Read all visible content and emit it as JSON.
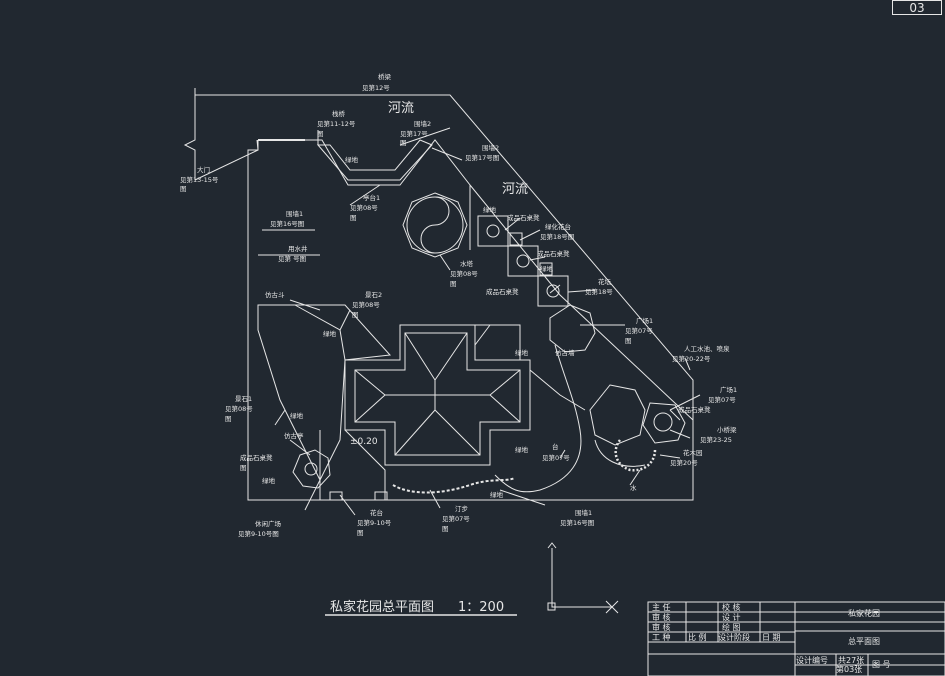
{
  "sheet_number": "03",
  "title": "私家花园总平面图",
  "scale": "1：200",
  "elevation": "±0.20",
  "rivers": [
    "河流",
    "河流"
  ],
  "labels": {
    "qiaoliang": "桥梁",
    "qiaoliang_ref": "见第12号",
    "zhanqiao": "栈桥",
    "zhanqiao_ref": "见第11-12号",
    "tu": "图",
    "weiqiang2_a": "围墙2",
    "weiqiang2_a_ref": "见第17号",
    "weiqiang2_b": "围墙2",
    "weiqiang2_b_ref": "见第17号图",
    "damen": "大门",
    "damen_ref": "见第13-15号",
    "lvdi": "绿地",
    "tingtai1": "亭台1",
    "tingtai1_ref": "见第08号",
    "weiqiang1_a": "围墙1",
    "weiqiang1_a_ref": "见第16号图",
    "yongshuijing": "用水井",
    "yongshuijing_ref": "见第  号图",
    "shuita": "水塔",
    "shuita_ref": "见第08号",
    "fangfu": "仿古斗",
    "jingshi2": "景石2",
    "jingshi2_ref": "见第08号",
    "chenglizhuo1": "成品石桌凳",
    "zhongzuo": "绿化花台",
    "zhongzuo_ref": "见第18号图",
    "chenglizhuo2": "成品石桌凳",
    "chenglizhuo3": "成品石桌凳",
    "huaxing": "花坛",
    "huaxing_ref": "见第18号",
    "guangchang1_a": "广场1",
    "guangchang1_a_ref": "见第07号",
    "rengongshui": "人工水池、喷泉",
    "rengongshui_ref": "见第20-22号",
    "guangchang1_b": "广场1",
    "guangchang1_b_ref": "见第07号",
    "chenglizhuo4": "成品石桌凳",
    "xiaoqiao": "小桥梁",
    "xiaoqiao_ref": "见第23-25",
    "lvlan": "花木园",
    "lvlan_ref": "见第20号",
    "jingshi1": "景石1",
    "jingshi1_ref": "见第08号",
    "fanggu2": "仿古亭",
    "chenglizhuo5": "成品石桌凳",
    "xiuxian": "休闲广场",
    "xiuxian_ref": "见第9-10号图",
    "huatai": "花台",
    "huatai_ref": "见第9-10号",
    "tingbu": "汀步",
    "tingbu_ref": "见第07号",
    "weiqiang1_b": "围墙1",
    "weiqiang1_b_ref": "见第16号图",
    "tai": "台",
    "tai_ref": "见第07号",
    "fanggu3": "仿古墙",
    "shui": "水",
    "lvdi_small": "绿地"
  },
  "title_block": {
    "project": "私家花园",
    "drawing": "总平面图",
    "rows_left": [
      "主  任",
      "审  核",
      "审  核",
      "工  种"
    ],
    "rows_mid": [
      "校  核",
      "设  计",
      "绘  图",
      "设计阶段"
    ],
    "row_scale": "比  例",
    "row_date": "日  期",
    "design_no": "设计编号",
    "total": "共27张",
    "page": "第03张",
    "tuhao": "图  号"
  },
  "colors": {
    "background": "#212830",
    "lines": "#e6e6e6"
  }
}
